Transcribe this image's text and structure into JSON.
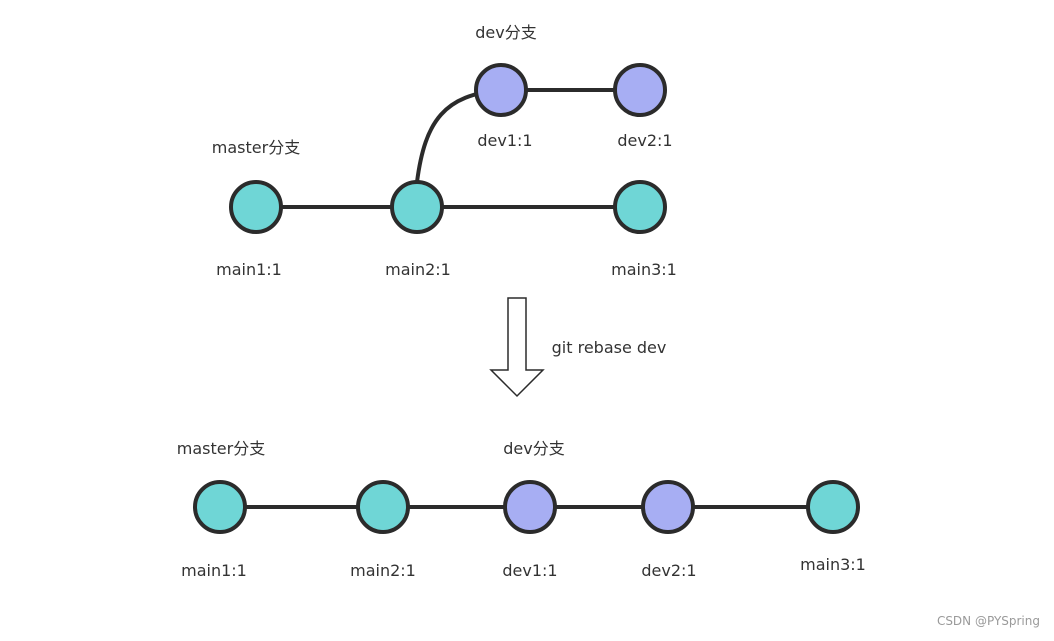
{
  "colors": {
    "main_commit": "#6fd6d6",
    "dev_commit": "#a7aef3",
    "stroke": "#2b2b2b",
    "text": "#333333",
    "watermark": "#9a9a9a"
  },
  "before": {
    "master_branch_label": "master分支",
    "dev_branch_label": "dev分支",
    "commits": {
      "main1": "main1:1",
      "main2": "main2:1",
      "main3": "main3:1",
      "dev1": "dev1:1",
      "dev2": "dev2:1"
    }
  },
  "command": "git rebase dev",
  "after": {
    "master_branch_label": "master分支",
    "dev_branch_label": "dev分支",
    "commits": {
      "main1": "main1:1",
      "main2": "main2:1",
      "dev1": "dev1:1",
      "dev2": "dev2:1",
      "main3": "main3:1"
    }
  },
  "watermark": "CSDN @PYSpring"
}
